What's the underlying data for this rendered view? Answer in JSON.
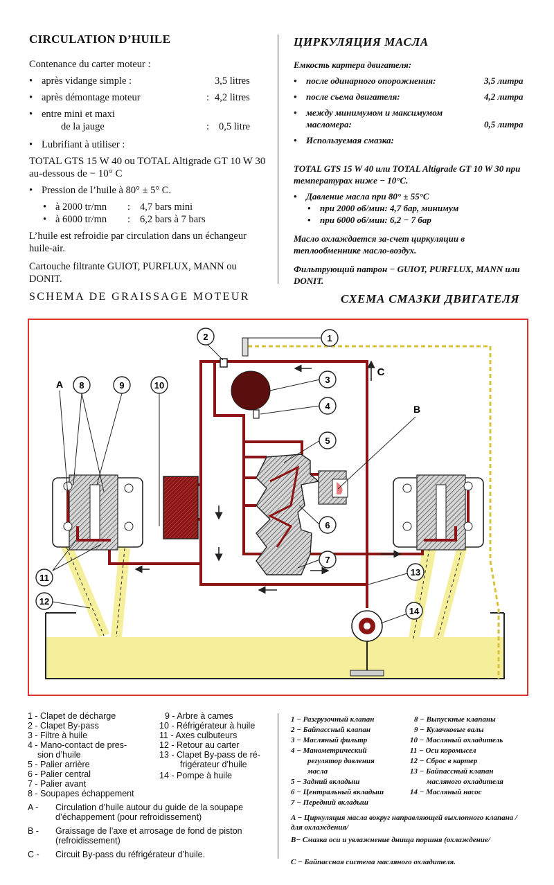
{
  "fr": {
    "title": "CIRCULATION D’HUILE",
    "capacity_title": "Contenance du carter moteur :",
    "items": [
      {
        "label": "après vidange simple :",
        "sep": ":",
        "value": "3,5 litres"
      },
      {
        "label": "après démontage moteur",
        "sep": ":",
        "value": "4,2 litres"
      }
    ],
    "jauge_1": "entre mini et maxi",
    "jauge_2": "de la jauge",
    "jauge_sep": ":",
    "jauge_value": "0,5 litre",
    "lubricant_label": "Lubrifiant à utiliser :",
    "lubricant_text": "TOTAL GTS 15 W 40 ou TOTAL Altigrade GT 10 W 30 au-dessous de − 10° C",
    "pressure_label": "Pression de l’huile à 80° ± 5° C.",
    "pressure_items": [
      {
        "label": "à 2000 tr/mn",
        "sep": ":",
        "value": "4,7 bars mini"
      },
      {
        "label": "à 6000 tr/mn",
        "sep": ":",
        "value": "6,2 bars à 7 bars"
      }
    ],
    "cooling_text": "L’huile est refroidie par circulation dans un échangeur huile-air.",
    "filter_text": "Cartouche filtrante GUIOT, PURFLUX, MANN ou DONIT."
  },
  "ru": {
    "title": "ЦИРКУЛЯЦИЯ МАСЛА",
    "capacity_title": "Емкость картера двигателя:",
    "items": [
      {
        "label": "после одинарного опорожнения:",
        "value": "3,5 литра"
      },
      {
        "label": "после съема двигателя:",
        "value": "4,2 литра"
      }
    ],
    "gauge_1": "между минимумом и максимумом",
    "gauge_2": "масломера:",
    "gauge_value": "0,5 литра",
    "lubricant_label": "Используемая смазка:",
    "lubricant_text": "TOTAL GTS 15 W 40 или TOTAL Altigrade GT 10 W 30 при температурах ниже − 10°C.",
    "pressure_label": "Давление масла при 80° ± 55°C",
    "pressure_items": [
      "при 2000 об/мин: 4,7 бар, минимум",
      "при 6000 об/мин: 6,2 − 7 бар"
    ],
    "cooling_text": "Масло охлаждается за-счет циркуляции в теплообменнике масло-воздух.",
    "filter_text": "Фильтрующий патрон − GUIOT, PURFLUX, MANN или DONIT."
  },
  "schema": {
    "fr_title": "SCHEMA DE GRAISSAGE MOTEUR",
    "ru_title": "СХЕМА СМАЗКИ ДВИГАТЕЛЯ"
  },
  "diagram": {
    "labels": {
      "A": "A",
      "B": "B",
      "C": "C",
      "n1": "1",
      "n2": "2",
      "n3": "3",
      "n4": "4",
      "n5": "5",
      "n6": "6",
      "n7": "7",
      "n8": "8",
      "n9": "9",
      "n10": "10",
      "n11": "11",
      "n12": "12",
      "n13": "13",
      "n14": "14"
    },
    "colors": {
      "oil_red": "#8b1414",
      "oil_dark": "#5a0e0e",
      "yellow_oil": "#f5ee9a",
      "dashed_yellow": "#d8c23a",
      "frame_red": "#e23030"
    }
  },
  "legend_fr": {
    "col1": [
      "1 - Clapet de décharge",
      "2 - Clapet By-pass",
      "3 - Filtre à huile",
      "4 - Mano-contact de pres-",
      "sion d’huile",
      "5 - Palier arrière",
      "6 - Palier central",
      "7 - Palier avant",
      "8 - Soupapes échappement"
    ],
    "col2": [
      "9 - Arbre à cames",
      "10 - Réfrigérateur à huile",
      "11 - Axes culbuteurs",
      "12 - Retour au carter",
      "13 - Clapet By-pass de ré-",
      "frigérateur d’huile",
      "14 - Pompe à huile"
    ],
    "A_key": "A -",
    "A_text_1": "Circulation d’huile autour du guide de la soupape",
    "A_text_2": "d’échappement (pour refroidissement)",
    "B_key": "B -",
    "B_text_1": "Graissage de l’axe et arrosage de fond de piston",
    "B_text_2": "(refroidissement)",
    "C_key": "C -",
    "C_text": "Circuit By-pass du réfrigérateur d’huile."
  },
  "legend_ru": {
    "col1": [
      "1 − Разгрузочный клапан",
      "2 − Байпассный клапан",
      "3 − Масляный фильтр",
      "4 − Манометрический",
      "регулятор давления",
      "масла",
      "5 − Задний вкладыш",
      "6 − Центральный вкладыш",
      "7 − Передний вкладыш"
    ],
    "col2": [
      "8 − Выпускные клапаны",
      "9 − Кулачковые валы",
      "10 − Масляный охладитель",
      "11 − Оси коромысел",
      "12 − Сброс в картер",
      "13 − Байпассный клапан",
      "масляного охладителя",
      "14 − Масляный насос"
    ],
    "A_text": "A − Циркуляция масла вокруг направляющей выхлопного клапана /для охлаждения/",
    "B_text": "B− Смазка оси и увлажнение днища поршня (охлаждение/",
    "C_text": "C − Байпассная система масляного охладителя."
  }
}
